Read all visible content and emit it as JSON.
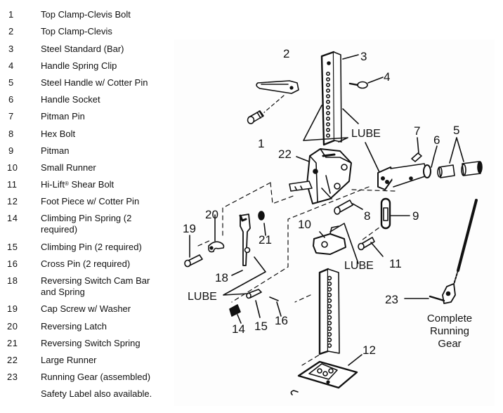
{
  "parts_list": [
    {
      "number": "1",
      "name": "Top Clamp-Clevis Bolt"
    },
    {
      "number": "2",
      "name": "Top Clamp-Clevis"
    },
    {
      "number": "3",
      "name": "Steel Standard (Bar)"
    },
    {
      "number": "4",
      "name": "Handle Spring Clip"
    },
    {
      "number": "5",
      "name": "Steel Handle w/ Cotter Pin"
    },
    {
      "number": "6",
      "name": "Handle Socket"
    },
    {
      "number": "7",
      "name": "Pitman Pin"
    },
    {
      "number": "8",
      "name": "Hex Bolt"
    },
    {
      "number": "9",
      "name": "Pitman"
    },
    {
      "number": "10",
      "name": "Small Runner"
    },
    {
      "number": "11",
      "name": "Hi-Lift",
      "superscript": "®",
      "name_suffix": " Shear Bolt"
    },
    {
      "number": "12",
      "name": "Foot Piece w/ Cotter Pin"
    },
    {
      "number": "14",
      "name": "Climbing Pin Spring (2 required)"
    },
    {
      "number": "15",
      "name": "Climbing Pin (2 required)"
    },
    {
      "number": "16",
      "name": "Cross Pin (2 required)"
    },
    {
      "number": "18",
      "name": "Reversing Switch Cam Bar and Spring"
    },
    {
      "number": "19",
      "name": "Cap Screw w/ Washer"
    },
    {
      "number": "20",
      "name": "Reversing Latch"
    },
    {
      "number": "21",
      "name": "Reversing Switch Spring"
    },
    {
      "number": "22",
      "name": "Large Runner"
    },
    {
      "number": "23",
      "name": "Running Gear (assembled)"
    }
  ],
  "footnote": "Safety Label also available.",
  "diagram": {
    "callouts": {
      "c1": "1",
      "c2": "2",
      "c3": "3",
      "c4": "4",
      "c5": "5",
      "c6": "6",
      "c7": "7",
      "c8": "8",
      "c9": "9",
      "c10": "10",
      "c11": "11",
      "c12": "12",
      "c14": "14",
      "c15": "15",
      "c16": "16",
      "c18": "18",
      "c19": "19",
      "c20": "20",
      "c21": "21",
      "c22": "22",
      "c23": "23"
    },
    "lube_label": "LUBE",
    "running_gear_caption": [
      "Complete",
      "Running",
      "Gear"
    ]
  }
}
